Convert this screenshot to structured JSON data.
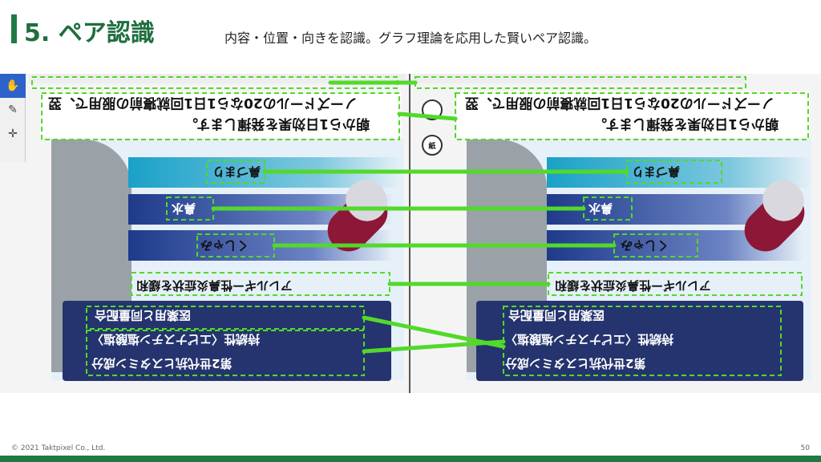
{
  "slide": {
    "title": "5. ペア認識",
    "subtitle": "内容・位置・向きを認識。グラフ理論を応用した賢いペア認識。",
    "copyright": "© 2021 Taktpixel Co., Ltd.",
    "page_number": "50"
  },
  "package": {
    "header_line_1": "ノーズドールの20なら1日1回就寝前の服用で、翌",
    "header_line_2": "朝から1日効果を発揮します。",
    "label_1": "鼻づまり",
    "label_2": "鼻水",
    "label_3": "くしゃみ",
    "label_4": "アレルギー性鼻炎症状を緩和",
    "bottom_label_1": "医薬用と同量配合",
    "bottom_label_2": "持続性〈エピナスチン塩酸塩〉",
    "bottom_label_3": "第2世代抗ヒスタミン成分",
    "seal_text": "紙"
  },
  "toolbar": {
    "tools": [
      {
        "name": "hand-tool",
        "icon": "✋",
        "active": true
      },
      {
        "name": "pen-tool",
        "icon": "✎",
        "active": false
      },
      {
        "name": "move-tool",
        "icon": "✛",
        "active": false
      }
    ]
  },
  "colors": {
    "accent": "#1f7a45",
    "match_line": "#52d92a",
    "navy": "#25346e",
    "cyan": "#1aa1c8",
    "pill": "#8c1737"
  }
}
